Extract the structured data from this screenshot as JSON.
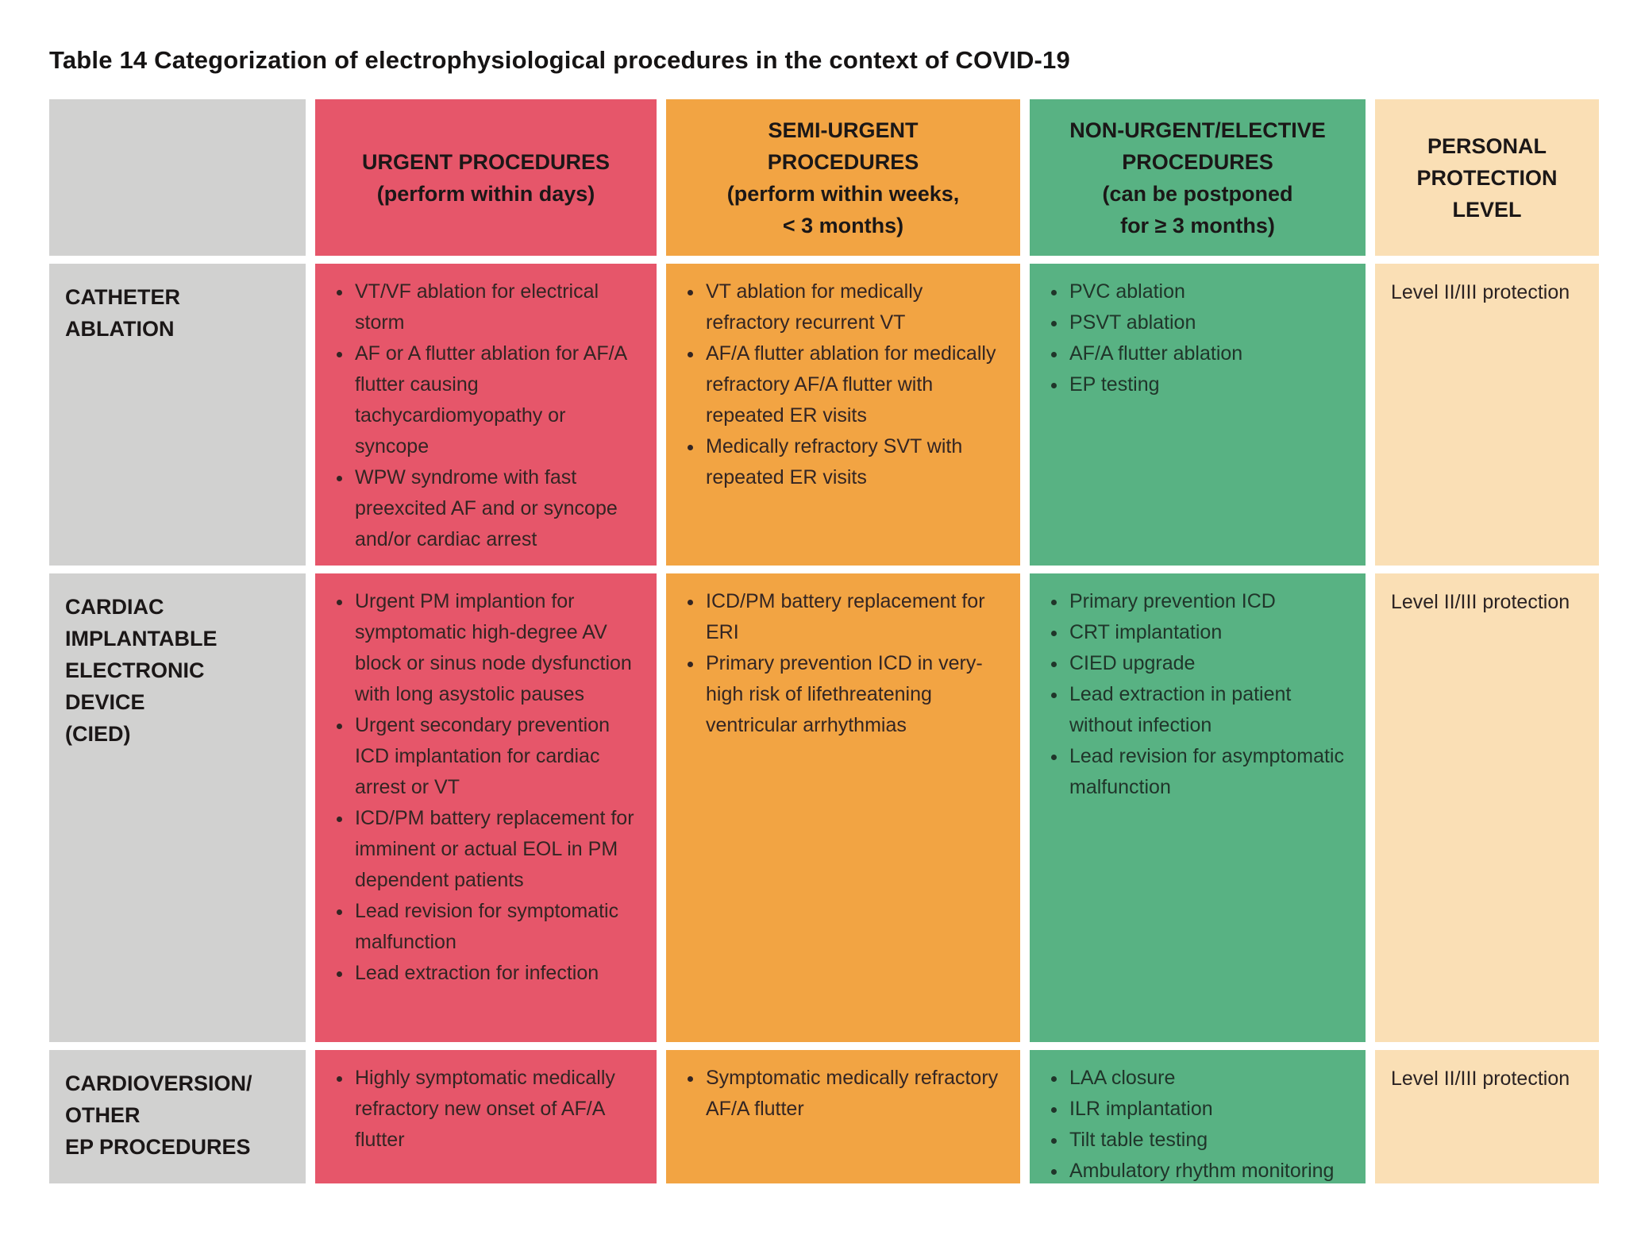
{
  "title": "Table 14 Categorization of electrophysiological procedures in the context of COVID-19",
  "colors": {
    "urgent": "#E6566A",
    "semi": "#F2A443",
    "non": "#58B283",
    "prot": "#FADFB5",
    "gray": "#D1D1D0"
  },
  "header": {
    "urgent": [
      "URGENT PROCEDURES",
      "(perform within days)"
    ],
    "semi": [
      "SEMI-URGENT",
      "PROCEDURES",
      "(perform within weeks,",
      "< 3 months)"
    ],
    "non": [
      "NON-URGENT/ELECTIVE",
      "PROCEDURES",
      "(can be postponed",
      "for ≥ 3 months)"
    ],
    "prot": [
      "PERSONAL",
      "PROTECTION",
      "LEVEL"
    ]
  },
  "rows": [
    {
      "label": [
        "CATHETER",
        "ABLATION"
      ],
      "urgent": [
        "VT/VF ablation for electrical storm",
        "AF or A flutter ablation for AF/A flutter causing tachycardiomyopathy or syncope",
        "WPW syndrome with fast preexcited AF and or syncope and/or cardiac arrest"
      ],
      "semi": [
        "VT ablation for medically refractory recurrent VT",
        "AF/A flutter ablation for medically refractory AF/A flutter with repeated ER visits",
        "Medically refractory SVT with repeated ER visits"
      ],
      "non": [
        "PVC ablation",
        "PSVT ablation",
        "AF/A flutter ablation",
        "EP testing"
      ],
      "protection": "Level II/III protection"
    },
    {
      "label": [
        "CARDIAC",
        "IMPLANTABLE",
        "ELECTRONIC",
        "DEVICE",
        "(CIED)"
      ],
      "urgent": [
        "Urgent PM implantion for symptomatic high-degree AV block or sinus node dysfunction with long asystolic pauses",
        "Urgent secondary prevention ICD implantation for cardiac arrest or VT",
        "ICD/PM battery replacement for imminent or actual EOL in PM dependent patients",
        "Lead revision for symptomatic malfunction",
        "Lead extraction for infection"
      ],
      "semi": [
        "ICD/PM battery replacement for ERI",
        "Primary prevention ICD in very-high risk of lifethreatening ventricular arrhythmias"
      ],
      "non": [
        "Primary prevention ICD",
        "CRT implantation",
        "CIED upgrade",
        "Lead extraction in patient without infection",
        "Lead revision for asymptomatic malfunction"
      ],
      "protection": "Level II/III protection"
    },
    {
      "label": [
        "CARDIOVERSION/",
        "OTHER",
        "EP PROCEDURES"
      ],
      "urgent": [
        "Highly symptomatic medically refractory new onset of AF/A flutter"
      ],
      "semi": [
        "Symptomatic medically refractory AF/A flutter"
      ],
      "non": [
        "LAA closure",
        "ILR implantation",
        "Tilt table testing",
        "Ambulatory rhythm monitoring"
      ],
      "protection": "Level II/III protection"
    }
  ]
}
